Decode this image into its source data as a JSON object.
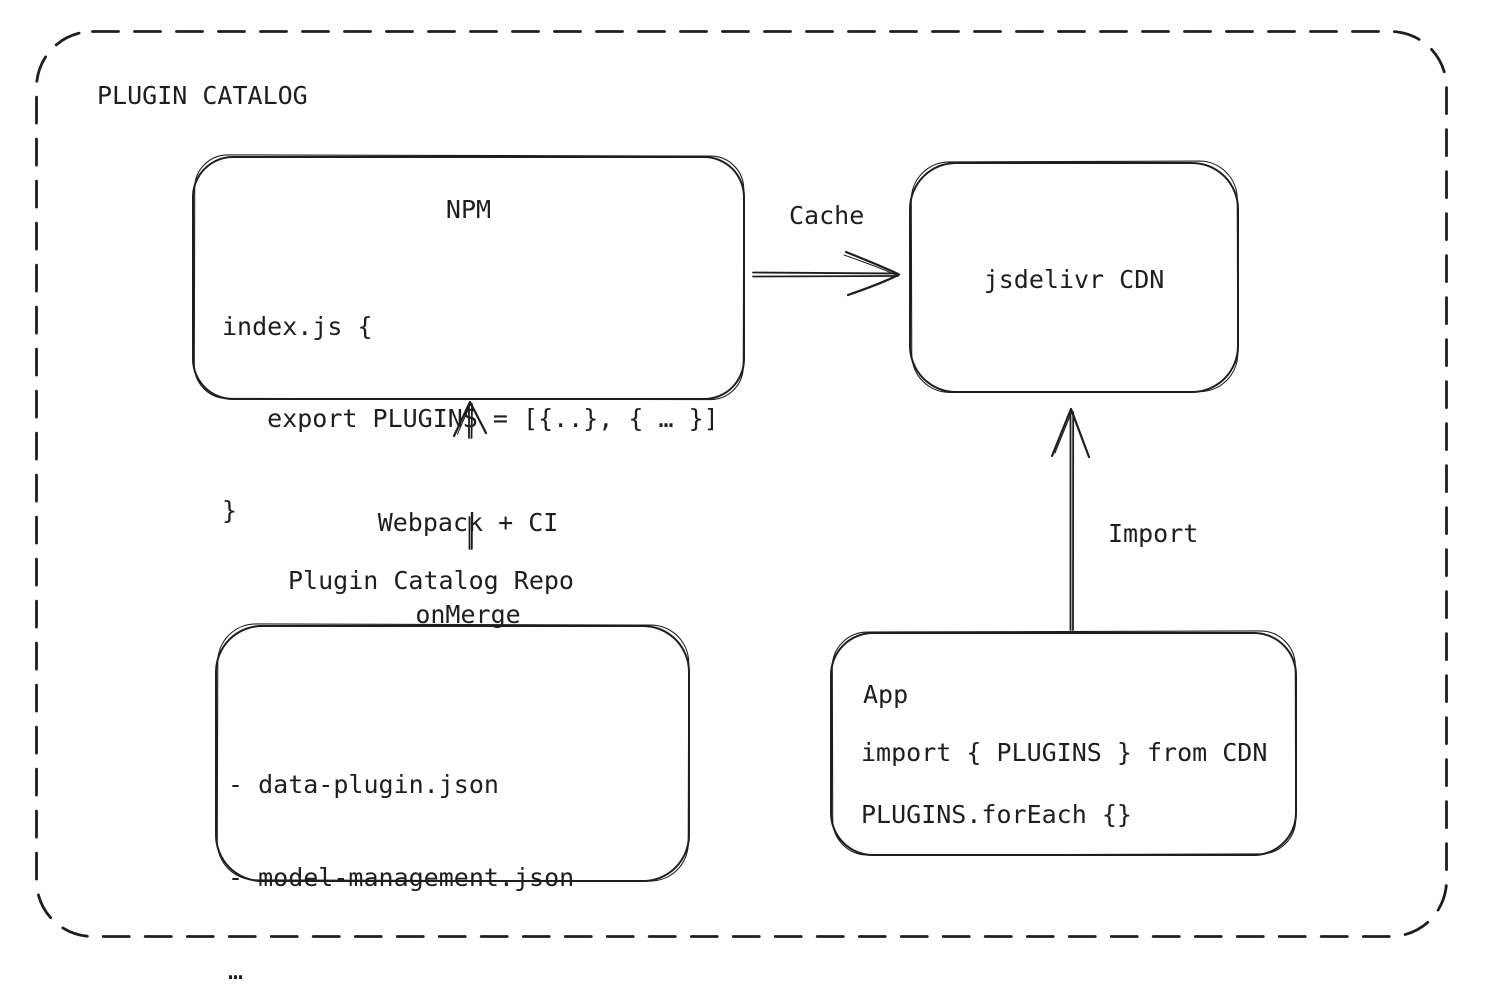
{
  "diagram": {
    "title": "PLUGIN CATALOG",
    "npm": {
      "title": "NPM",
      "code": [
        "index.js {",
        "   export PLUGINS = [{..}, { … }]",
        "}"
      ]
    },
    "cdn": {
      "title": "jsdelivr CDN"
    },
    "repo": {
      "title": "Plugin Catalog Repo",
      "items": [
        "- data-plugin.json",
        "- model-management.json",
        "…"
      ]
    },
    "app": {
      "title": "App",
      "code": [
        "import { PLUGINS } from CDN",
        "PLUGINS.forEach {}"
      ]
    },
    "edges": {
      "cache_label": "Cache",
      "build_label": [
        "Webpack + CI",
        "onMerge"
      ],
      "import_label": "Import"
    },
    "colors": {
      "ink": "#1e1e1e",
      "background": "#ffffff"
    }
  }
}
